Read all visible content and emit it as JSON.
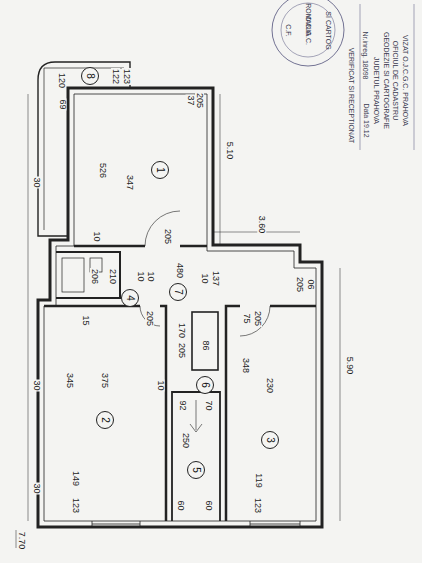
{
  "diagram": {
    "nodes": [
      {
        "text": [
          "1"
        ]
      },
      {
        "text": [
          "2"
        ]
      },
      {
        "text": [
          "3"
        ]
      },
      {
        "text": [
          "4"
        ]
      },
      {
        "text": [
          "5"
        ]
      },
      {
        "text": [
          "6"
        ]
      },
      {
        "text": [
          "7"
        ]
      },
      {
        "text": [
          "8"
        ]
      }
    ],
    "labels": [
      "120",
      "69",
      "122",
      "123",
      "37",
      "205",
      "526",
      "5.10",
      "30",
      "347",
      "10",
      "205",
      "3.60",
      "206",
      "210",
      "10",
      "10",
      "480",
      "10",
      "137",
      "205",
      "06",
      "15",
      "205",
      "170",
      "205",
      "75",
      "205",
      "86",
      "348",
      "345",
      "375",
      "10",
      "30",
      "92",
      "70",
      "230",
      "5.90",
      "250",
      "30",
      "149",
      "123",
      "60",
      "60",
      "119",
      "123",
      "7.70",
      "VIZAT O.J.C.G.C. PRAHOVA",
      "OFICIUL DE CADASTRU",
      "GEODEZIE SI CARTOGRAFIE",
      "JUDETUL PRAHOVA",
      "Nr.inreg. 18098",
      "Data 19.12",
      "VERIFICAT SI RECEPTIONAT",
      "ROMANIA",
      "O.C.G.C.",
      "C.F.",
      "SI CARTOG"
    ]
  }
}
